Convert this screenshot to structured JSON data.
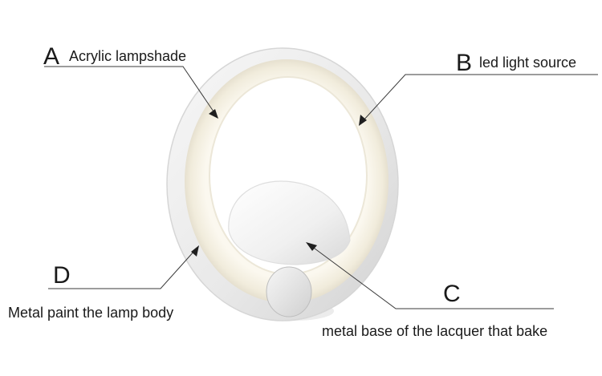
{
  "callouts": {
    "a": {
      "letter": "A",
      "text": "Acrylic lampshade"
    },
    "b": {
      "letter": "B",
      "text": "led light source"
    },
    "c": {
      "letter": "C",
      "text": "metal base of the lacquer that bake"
    },
    "d": {
      "letter": "D",
      "text": "Metal paint the lamp body"
    }
  }
}
